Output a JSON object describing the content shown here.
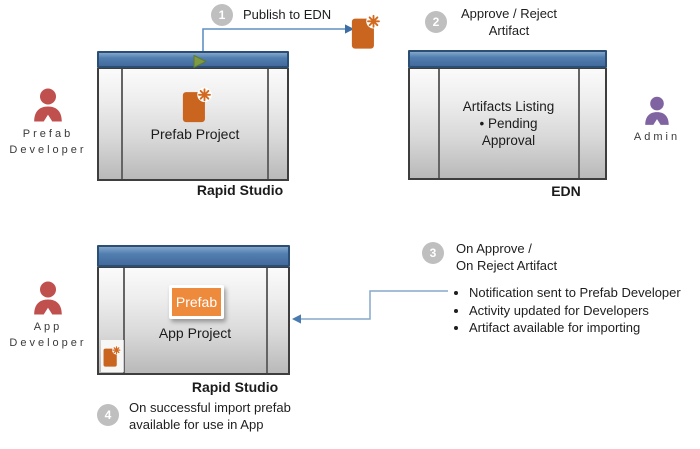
{
  "diagram": {
    "steps": [
      {
        "num": "1",
        "lines": [
          "Publish to EDN"
        ]
      },
      {
        "num": "2",
        "lines": [
          "Approve / Reject",
          "Artifact"
        ]
      },
      {
        "num": "3",
        "lines": [
          "On Approve /",
          "On Reject Artifact"
        ]
      },
      {
        "num": "4",
        "lines": [
          "On successful import prefab",
          "available for use in App"
        ]
      }
    ],
    "actors": [
      {
        "id": "prefab-developer",
        "lines": [
          "Prefab",
          "Developer"
        ],
        "color": "#C0504D"
      },
      {
        "id": "admin",
        "lines": [
          "Admin"
        ],
        "color": "#8064A2"
      },
      {
        "id": "app-developer",
        "lines": [
          "App",
          "Developer"
        ],
        "color": "#C0504D"
      }
    ],
    "windows": {
      "studio_top": {
        "project": "Prefab Project",
        "caption": "Rapid Studio"
      },
      "edn": {
        "lines": [
          "Artifacts Listing",
          "•  Pending",
          "Approval"
        ],
        "caption": "EDN"
      },
      "studio_bottom": {
        "badge": "Prefab",
        "project": "App Project",
        "caption": "Rapid Studio"
      }
    },
    "outcome_notes": [
      "Notification sent to Prefab Developer",
      "Activity updated for Developers",
      "Artifact available for importing"
    ],
    "icons": {
      "play": "play-triangle",
      "artifact": "document-with-starburst",
      "actor": "person-silhouette"
    },
    "colors": {
      "titlebar_blue": "#4F81BD",
      "window_border": "#3E3E3E",
      "actor_red": "#C0504D",
      "actor_purple": "#8064A2",
      "artifact_orange": "#C9651F",
      "badge_orange": "#EE8A3C",
      "step_circle_gray": "#BFBFBF",
      "arrow_blue": "#6191C1"
    }
  }
}
